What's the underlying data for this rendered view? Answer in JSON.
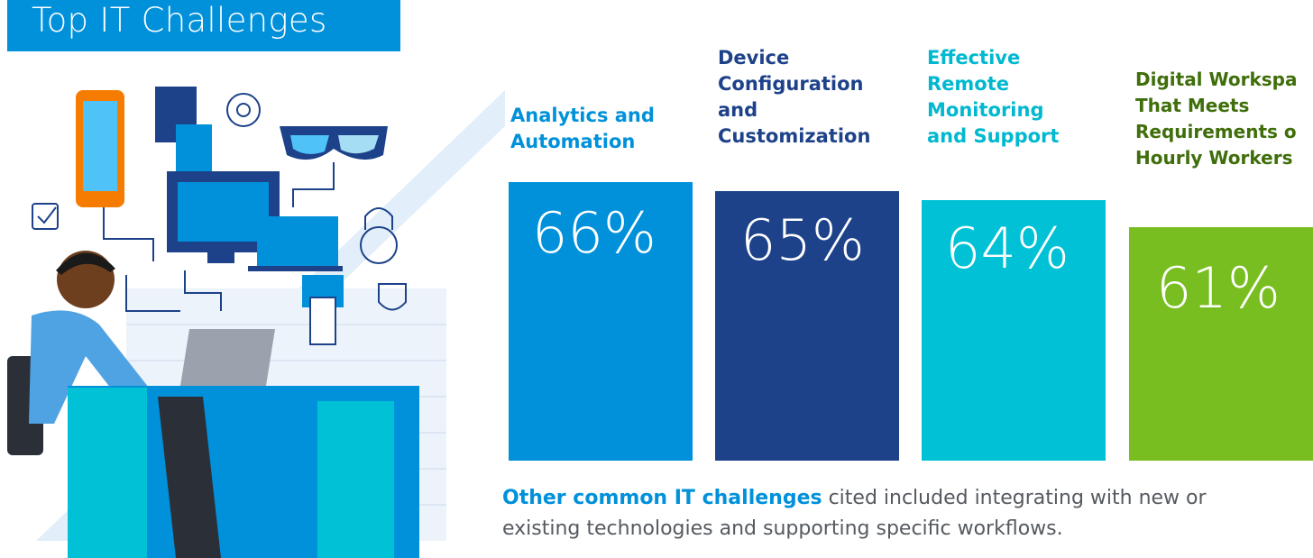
{
  "title": "Top IT Challenges",
  "chart_data": {
    "type": "bar",
    "title": "Top IT Challenges",
    "categories": [
      [
        "Analytics and",
        "Automation"
      ],
      [
        "Device",
        "Configuration",
        "and",
        "Customization"
      ],
      [
        "Effective",
        "Remote",
        "Monitoring",
        "and Support"
      ],
      [
        "Digital Workspa",
        "That Meets",
        "Requirements o",
        "Hourly Workers"
      ]
    ],
    "values": [
      66,
      65,
      64,
      61
    ],
    "value_labels": [
      "66%",
      "65%",
      "64%",
      "61%"
    ],
    "unit": "%",
    "colors": [
      "#0091da",
      "#1d428a",
      "#00c1d5",
      "#78be20"
    ],
    "label_colors": [
      "#0091da",
      "#1d428a",
      "#00b8cf",
      "#3f6e0a"
    ],
    "grid": false,
    "legend": "none"
  },
  "footnote": {
    "bold": "Other common IT challenges",
    "line1_rest": " cited included integrating with new or",
    "line2": "existing technologies and supporting specific workflows."
  },
  "illustration_icons": [
    "mobile-device-icon",
    "tablet-icon",
    "gear-icon",
    "smart-glasses-icon",
    "checkbox-icon",
    "desktop-monitor-icon",
    "laptop-icon",
    "lock-icon",
    "shield-icon",
    "printer-icon"
  ]
}
